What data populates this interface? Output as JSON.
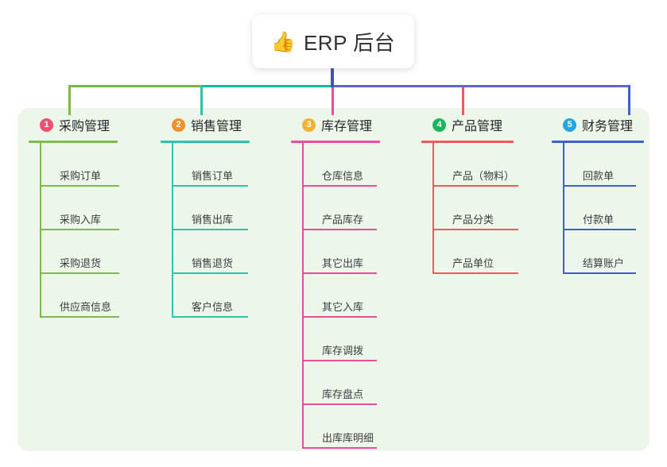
{
  "root": {
    "icon": "thumbs-up-icon",
    "icon_glyph": "👍",
    "title": "ERP 后台"
  },
  "panel": {
    "background_color": "#edf7e9"
  },
  "trunk": {
    "stem_color": "#4055b8",
    "segments": [
      {
        "name": "segment-green",
        "color": "#72b94a"
      },
      {
        "name": "segment-teal",
        "color": "#0bbfa0"
      },
      {
        "name": "segment-purple",
        "color": "#6366cf"
      }
    ]
  },
  "columns": [
    {
      "index": "1",
      "name": "purchase-management",
      "title": "采购管理",
      "badge_color": "#f0506e",
      "line_color": "#7cb94e",
      "drop_color": "#7cb94e",
      "items": [
        {
          "label": "采购订单"
        },
        {
          "label": "采购入库"
        },
        {
          "label": "采购退货"
        },
        {
          "label": "供应商信息"
        }
      ]
    },
    {
      "index": "2",
      "name": "sales-management",
      "title": "销售管理",
      "badge_color": "#f0922c",
      "line_color": "#2ec3ac",
      "drop_color": "#2ec3ac",
      "items": [
        {
          "label": "销售订单"
        },
        {
          "label": "销售出库"
        },
        {
          "label": "销售退货"
        },
        {
          "label": "客户信息"
        }
      ]
    },
    {
      "index": "3",
      "name": "inventory-management",
      "title": "库存管理",
      "badge_color": "#f2b233",
      "line_color": "#ea4b9b",
      "drop_color": "#ea4b9b",
      "items": [
        {
          "label": "仓库信息"
        },
        {
          "label": "产品库存"
        },
        {
          "label": "其它出库"
        },
        {
          "label": "其它入库"
        },
        {
          "label": "库存调拨"
        },
        {
          "label": "库存盘点"
        },
        {
          "label": "出库库明细"
        }
      ]
    },
    {
      "index": "4",
      "name": "product-management",
      "title": "产品管理",
      "badge_color": "#1bb55c",
      "line_color": "#f2575b",
      "drop_color": "#f2575b",
      "items": [
        {
          "label": "产品（物料）"
        },
        {
          "label": "产品分类"
        },
        {
          "label": "产品单位"
        }
      ]
    },
    {
      "index": "5",
      "name": "finance-management",
      "title": "财务管理",
      "badge_color": "#22a7e0",
      "line_color": "#3f5fd0",
      "drop_color": "#3f5fd0",
      "items": [
        {
          "label": "回款单"
        },
        {
          "label": "付款单"
        },
        {
          "label": "结算账户"
        }
      ]
    }
  ]
}
